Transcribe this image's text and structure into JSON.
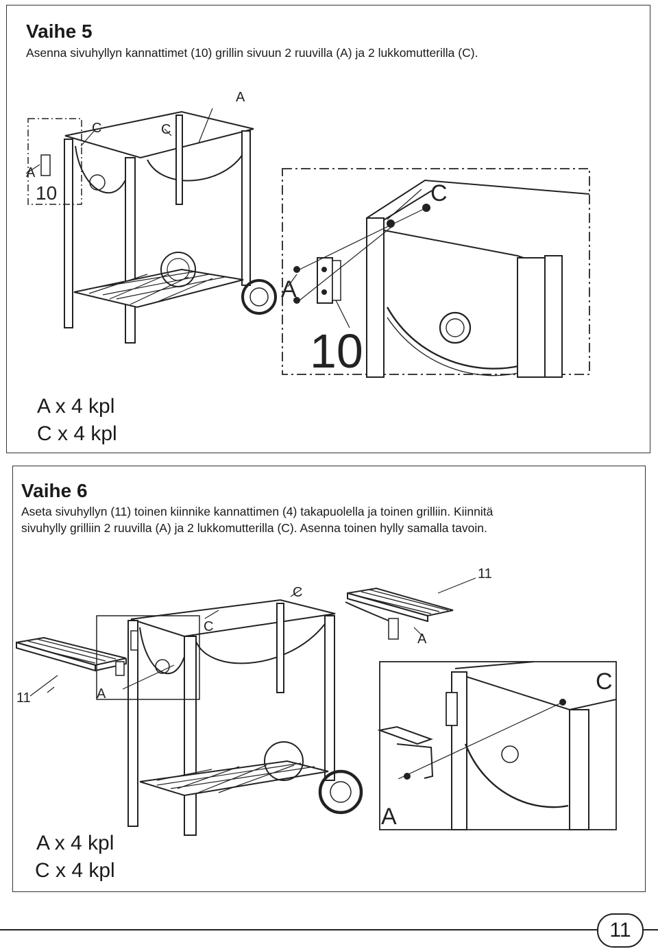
{
  "step5": {
    "title": "Vaihe 5",
    "instruction": "Asenna sivuhyllyn kannattimet (10) grillin sivuun 2 ruuvilla (A) ja 2 lukkomutterilla (C).",
    "qty_a": "A x 4 kpl",
    "qty_c": "C x 4 kpl",
    "callouts": {
      "a": "A",
      "c": "C",
      "part": "10"
    }
  },
  "step6": {
    "title": "Vaihe 6",
    "instruction_line1": "Aseta sivuhyllyn (11) toinen kiinnike kannattimen (4) takapuolella ja toinen grilliin. Kiinnitä",
    "instruction_line2": "sivuhylly grilliin 2 ruuvilla (A) ja 2 lukkomutterilla (C). Asenna toinen hylly samalla tavoin.",
    "qty_a": "A x 4 kpl",
    "qty_c": "C x 4 kpl",
    "callouts": {
      "a": "A",
      "c": "C",
      "part": "11"
    }
  },
  "page_number": "11"
}
